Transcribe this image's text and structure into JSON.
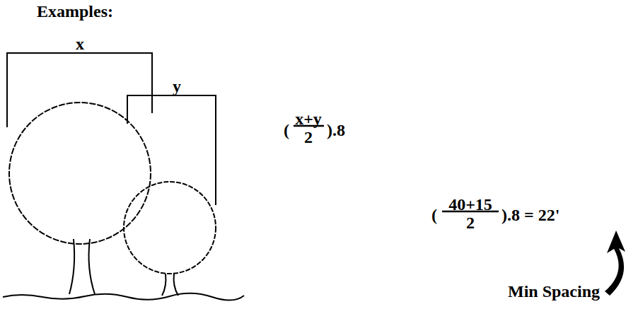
{
  "diagram": {
    "title": "Examples:",
    "labels": [
      "x",
      "y",
      "(",
      "x+y",
      "2",
      ").8",
      "(",
      "40+15",
      "2",
      ").8 = 22'",
      "Min Spacing"
    ]
  }
}
